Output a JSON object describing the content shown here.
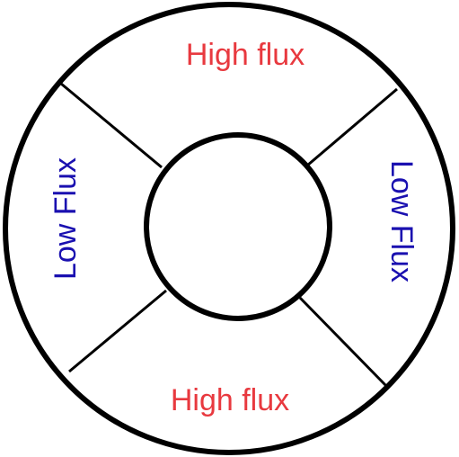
{
  "labels": {
    "top": "High flux",
    "bottom": "High flux",
    "left": "Low Flux",
    "right": "Low Flux"
  },
  "colors": {
    "high_flux": "#e8393f",
    "low_flux": "#1a10b0",
    "stroke": "#000000",
    "background": "#ffffff"
  }
}
